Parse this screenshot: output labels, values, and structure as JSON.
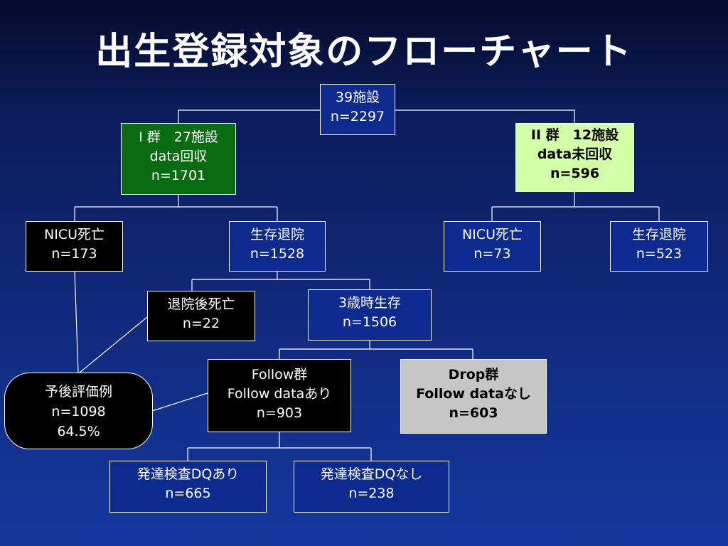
{
  "title": "出生登録対象のフローチャート",
  "colors": {
    "background": "#0b1c5a",
    "node_default": "#0d2a8f",
    "node_group1": "#0a6c12",
    "node_group2": "#d2ffa8",
    "node_dark": "#000000",
    "node_drop": "#c6c6c6"
  },
  "nodes": {
    "root": {
      "line1": "39施設",
      "line2": "n=2297"
    },
    "group1": {
      "line1": "I 群　27施設",
      "line2": "data回収",
      "line3": "n=1701"
    },
    "group2": {
      "line1": "II 群　12施設",
      "line2": "data未回収",
      "line3": "n=596"
    },
    "g1_nicu_death": {
      "line1": "NICU死亡",
      "line2": "n=173"
    },
    "g1_discharged": {
      "line1": "生存退院",
      "line2": "n=1528"
    },
    "g2_nicu_death": {
      "line1": "NICU死亡",
      "line2": "n=73"
    },
    "g2_discharged": {
      "line1": "生存退院",
      "line2": "n=523"
    },
    "post_discharge_death": {
      "line1": "退院後死亡",
      "line2": "n=22"
    },
    "alive_3yr": {
      "line1": "3歳時生存",
      "line2": "n=1506"
    },
    "follow": {
      "line1": "Follow群",
      "line2": "Follow dataあり",
      "line3": "n=903"
    },
    "drop": {
      "line1": "Drop群",
      "line2": "Follow dataなし",
      "line3": "n=603"
    },
    "prognosis": {
      "line1": "予後評価例",
      "line2": "n=1098",
      "line3": "64.5%"
    },
    "dq_yes": {
      "line1": "発達検査DQあり",
      "line2": "n=665"
    },
    "dq_no": {
      "line1": "発達検査DQなし",
      "line2": "n=238"
    }
  }
}
